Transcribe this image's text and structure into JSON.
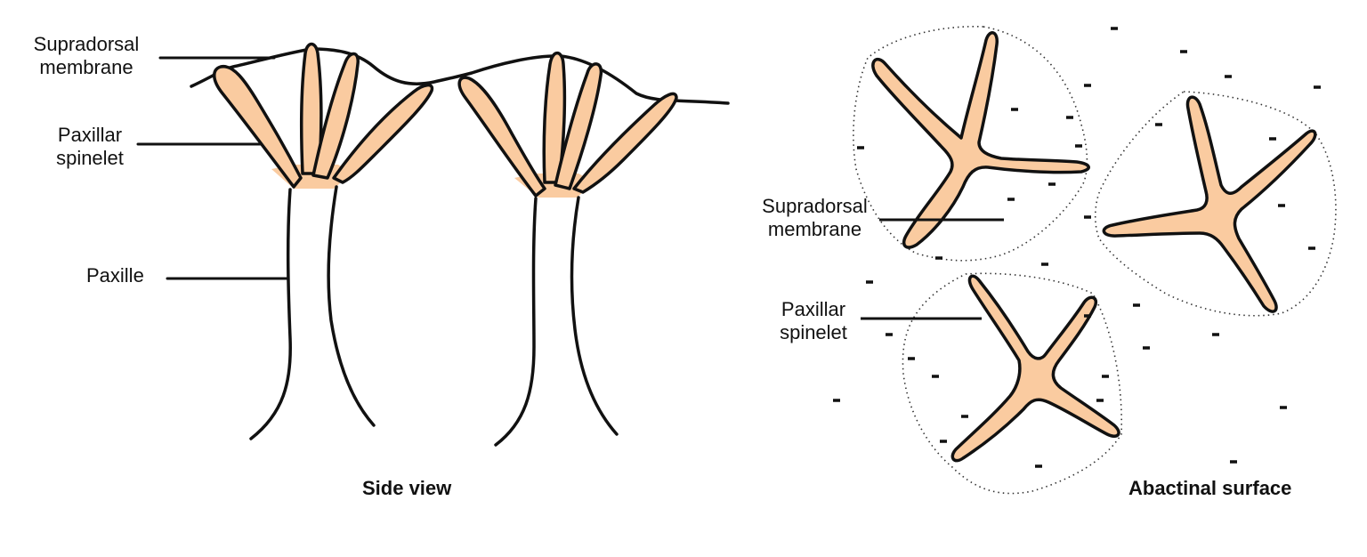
{
  "side_view": {
    "caption": "Side view",
    "labels": {
      "supradorsal_membrane": [
        "Supradorsal",
        "membrane"
      ],
      "paxillar_spinelet": [
        "Paxillar",
        "spinelet"
      ],
      "paxille": "Paxille"
    }
  },
  "abactinal_surface": {
    "caption": "Abactinal surface",
    "labels": {
      "supradorsal_membrane": [
        "Supradorsal",
        "membrane"
      ],
      "paxillar_spinelet": [
        "Paxillar",
        "spinelet"
      ]
    }
  },
  "colors": {
    "spinelet_fill": "#FACBA0",
    "outline": "#111111"
  }
}
